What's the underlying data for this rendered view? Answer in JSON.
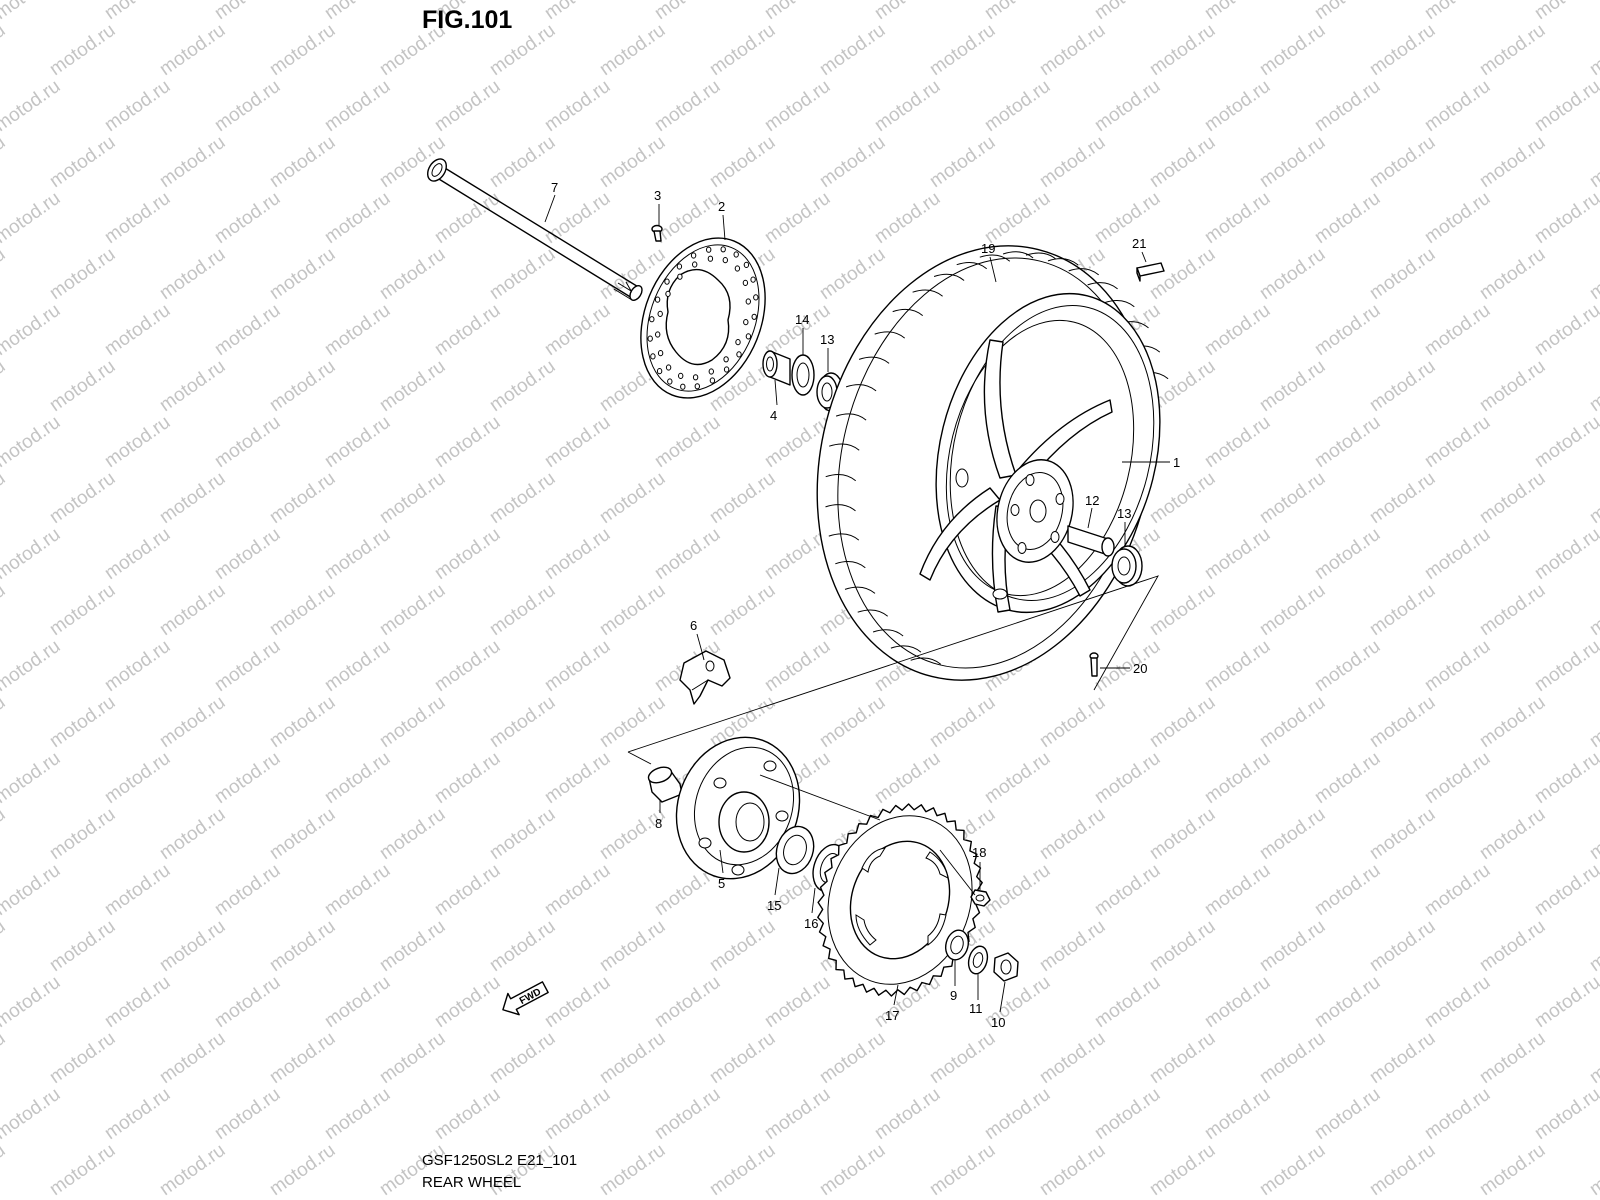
{
  "figure": {
    "title": "FIG.101",
    "model_code": "GSF1250SL2 E21_101",
    "caption": "REAR WHEEL"
  },
  "watermark": {
    "text": "motod.ru",
    "color": "#c4c4c4"
  },
  "direction_marker": {
    "label": "FWD"
  },
  "callouts": [
    {
      "id": "1",
      "label": "1"
    },
    {
      "id": "2",
      "label": "2"
    },
    {
      "id": "3",
      "label": "3"
    },
    {
      "id": "4",
      "label": "4"
    },
    {
      "id": "5",
      "label": "5"
    },
    {
      "id": "6",
      "label": "6"
    },
    {
      "id": "7",
      "label": "7"
    },
    {
      "id": "8",
      "label": "8"
    },
    {
      "id": "9",
      "label": "9"
    },
    {
      "id": "10",
      "label": "10"
    },
    {
      "id": "11",
      "label": "11"
    },
    {
      "id": "12",
      "label": "12"
    },
    {
      "id": "13a",
      "label": "13"
    },
    {
      "id": "13b",
      "label": "13"
    },
    {
      "id": "14",
      "label": "14"
    },
    {
      "id": "15",
      "label": "15"
    },
    {
      "id": "16",
      "label": "16"
    },
    {
      "id": "17",
      "label": "17"
    },
    {
      "id": "18",
      "label": "18"
    },
    {
      "id": "19",
      "label": "19"
    },
    {
      "id": "20",
      "label": "20"
    },
    {
      "id": "21",
      "label": "21"
    }
  ]
}
